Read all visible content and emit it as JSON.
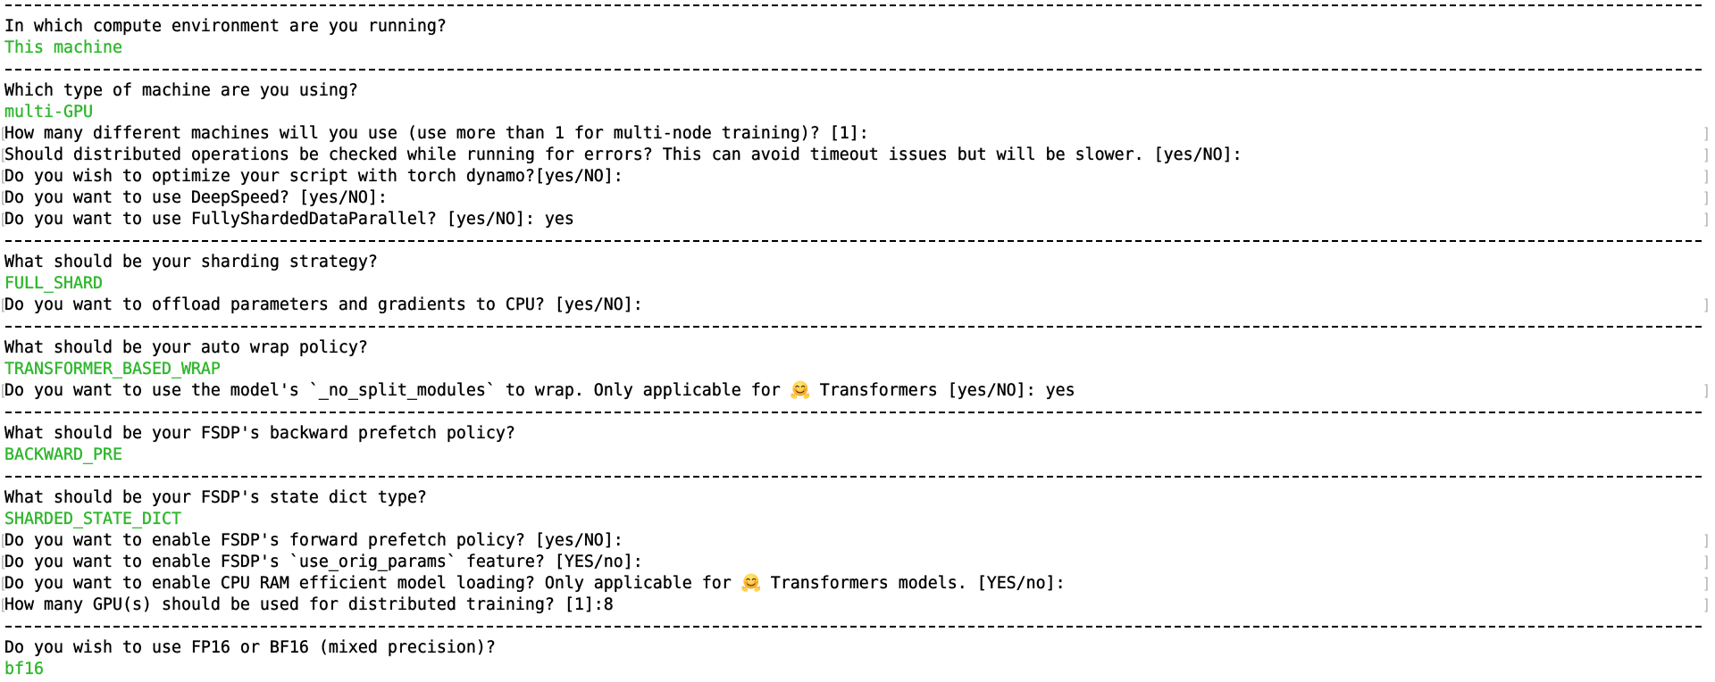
{
  "app": {
    "description": "accelerate config CLI questionnaire in a terminal",
    "colors": {
      "background": "#ffffff",
      "text": "#000000",
      "answer_green": "#2eb62c",
      "input_bracket_gray": "#a8a8a8"
    },
    "icons": {
      "emoji": "hugging-face-emoji"
    }
  },
  "lines": [
    {
      "type": "separator"
    },
    {
      "type": "question",
      "text": "In which compute environment are you running?"
    },
    {
      "type": "answer",
      "text": "This machine"
    },
    {
      "type": "separator"
    },
    {
      "type": "question",
      "text": "Which type of machine are you using?"
    },
    {
      "type": "answer",
      "text": "multi-GPU"
    },
    {
      "type": "input",
      "text": "How many different machines will you use (use more than 1 for multi-node training)? [1]:"
    },
    {
      "type": "input",
      "text": "Should distributed operations be checked while running for errors? This can avoid timeout issues but will be slower. [yes/NO]:"
    },
    {
      "type": "input",
      "text": "Do you wish to optimize your script with torch dynamo?[yes/NO]:"
    },
    {
      "type": "input",
      "text": "Do you want to use DeepSpeed? [yes/NO]:"
    },
    {
      "type": "input",
      "text": "Do you want to use FullyShardedDataParallel? [yes/NO]: yes"
    },
    {
      "type": "separator"
    },
    {
      "type": "question",
      "text": "What should be your sharding strategy?"
    },
    {
      "type": "answer",
      "text": "FULL_SHARD"
    },
    {
      "type": "input",
      "text": "Do you want to offload parameters and gradients to CPU? [yes/NO]:"
    },
    {
      "type": "separator"
    },
    {
      "type": "question",
      "text": "What should be your auto wrap policy?"
    },
    {
      "type": "answer",
      "text": "TRANSFORMER_BASED_WRAP"
    },
    {
      "type": "input",
      "text": "Do you want to use the model's `_no_split_modules` to wrap. Only applicable for 🤗 Transformers [yes/NO]: yes"
    },
    {
      "type": "separator"
    },
    {
      "type": "question",
      "text": "What should be your FSDP's backward prefetch policy?"
    },
    {
      "type": "answer",
      "text": "BACKWARD_PRE"
    },
    {
      "type": "separator"
    },
    {
      "type": "question",
      "text": "What should be your FSDP's state dict type?"
    },
    {
      "type": "answer",
      "text": "SHARDED_STATE_DICT"
    },
    {
      "type": "input",
      "text": "Do you want to enable FSDP's forward prefetch policy? [yes/NO]:"
    },
    {
      "type": "input",
      "text": "Do you want to enable FSDP's `use_orig_params` feature? [YES/no]:"
    },
    {
      "type": "input",
      "text": "Do you want to enable CPU RAM efficient model loading? Only applicable for 🤗 Transformers models. [YES/no]:"
    },
    {
      "type": "input",
      "text": "How many GPU(s) should be used for distributed training? [1]:8"
    },
    {
      "type": "separator"
    },
    {
      "type": "question",
      "text": "Do you wish to use FP16 or BF16 (mixed precision)?"
    },
    {
      "type": "answer",
      "text": "bf16"
    }
  ]
}
